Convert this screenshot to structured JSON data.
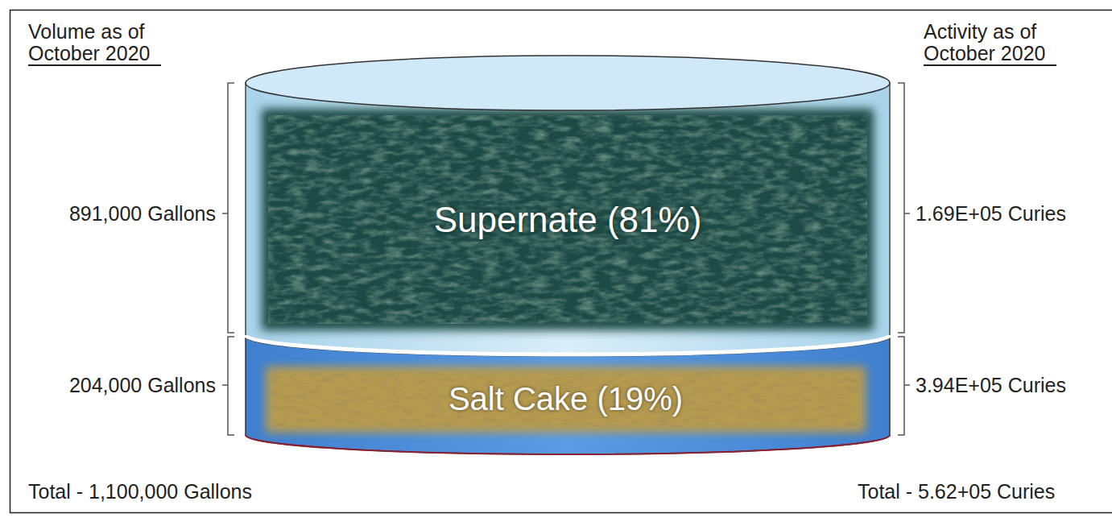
{
  "diagram": {
    "nodes": [
      {
        "text": [
          "Supernate (81%)"
        ]
      },
      {
        "text": [
          "Salt Cake (19%)"
        ]
      }
    ],
    "labels": [
      "Volume as of October 2020",
      "Activity as of October 2020",
      "891,000 Gallons",
      "204,000 Gallons",
      "1.69E+05 Curies",
      "3.94E+05 Curies",
      "Total - 1,100,000 Gallons",
      "Total - 5.62+05 Curies"
    ]
  }
}
